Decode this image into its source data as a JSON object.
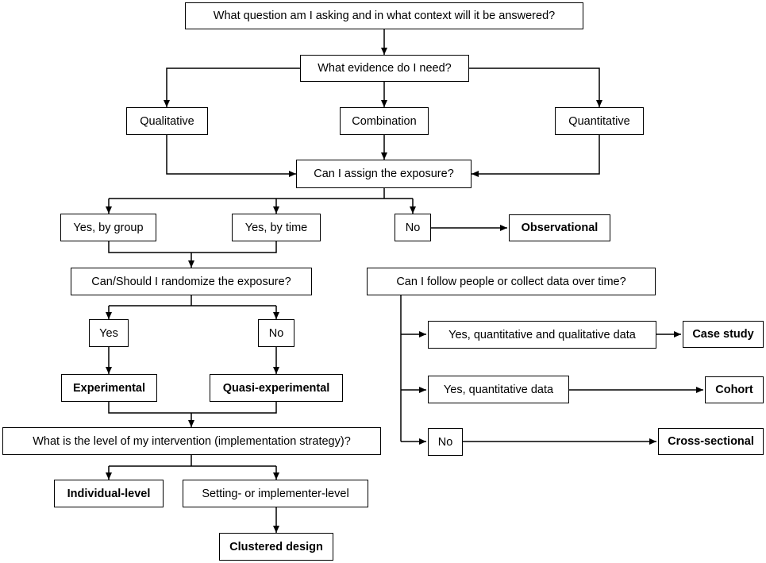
{
  "nodes": {
    "q_context": "What question am I asking and in what context will it be answered?",
    "q_evidence": "What evidence do I need?",
    "qualitative": "Qualitative",
    "combination": "Combination",
    "quantitative": "Quantitative",
    "q_assign": "Can I assign the exposure?",
    "yes_group": "Yes, by group",
    "yes_time": "Yes, by time",
    "no_assign": "No",
    "observational": "Observational",
    "q_randomize": "Can/Should I randomize the exposure?",
    "yes_random": "Yes",
    "no_random": "No",
    "experimental": "Experimental",
    "quasi": "Quasi-experimental",
    "q_level": "What is the level of my intervention (implementation strategy)?",
    "individual": "Individual-level",
    "setting": "Setting- or implementer-level",
    "clustered": "Clustered design",
    "q_follow": "Can I follow people or collect data over time?",
    "yes_quant_qual": "Yes, quantitative and qualitative data",
    "case_study": "Case study",
    "yes_quant": "Yes, quantitative data",
    "cohort": "Cohort",
    "no_follow": "No",
    "cross_sectional": "Cross-sectional"
  }
}
